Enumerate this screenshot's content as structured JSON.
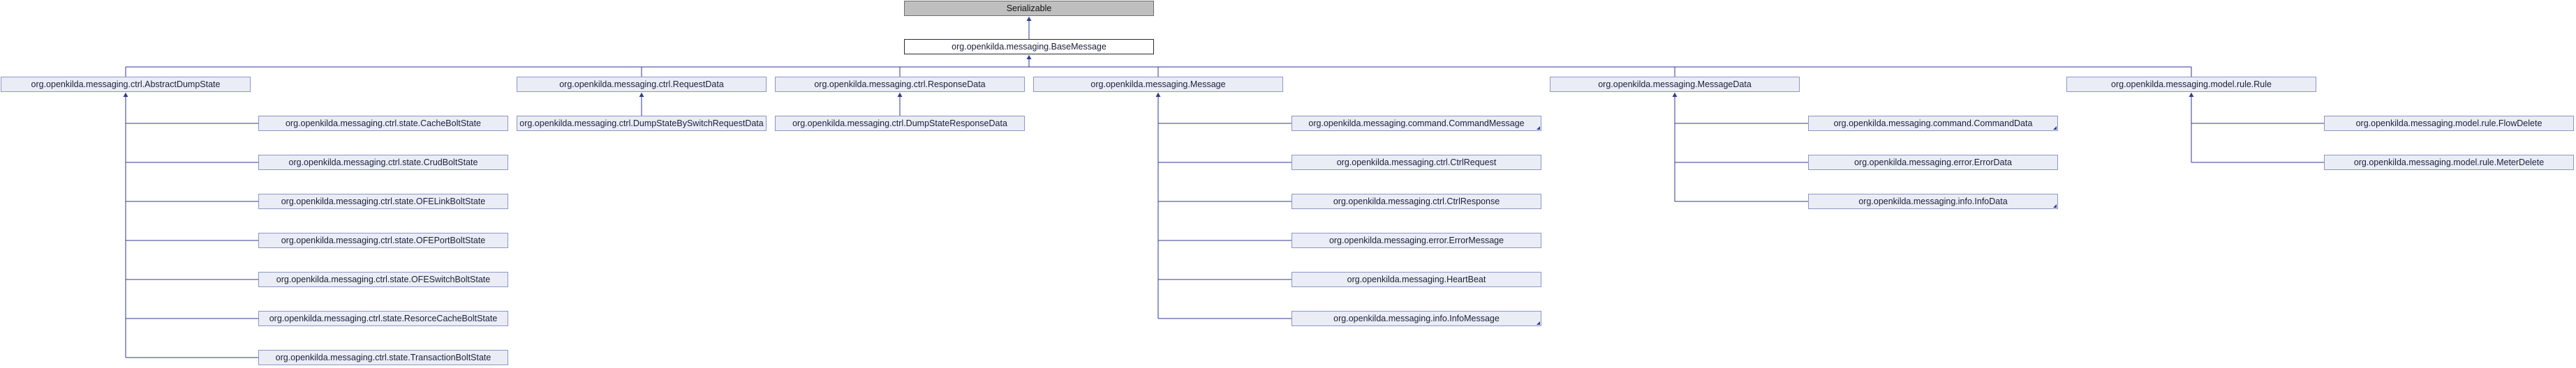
{
  "diagram": {
    "colors": {
      "edge": "#2f3a8f",
      "node_fill": "#eaedf6",
      "node_border": "#8d96c6",
      "root_fill": "#bfbfbf"
    },
    "nodes": {
      "serializable": {
        "label": "Serializable"
      },
      "base_message": {
        "label": "org.openkilda.messaging.BaseMessage"
      },
      "abstract_dump_state": {
        "label": "org.openkilda.messaging.ctrl.AbstractDumpState"
      },
      "request_data": {
        "label": "org.openkilda.messaging.ctrl.RequestData"
      },
      "response_data": {
        "label": "org.openkilda.messaging.ctrl.ResponseData"
      },
      "message": {
        "label": "org.openkilda.messaging.Message"
      },
      "message_data": {
        "label": "org.openkilda.messaging.MessageData"
      },
      "rule": {
        "label": "org.openkilda.messaging.model.rule.Rule"
      },
      "cache_bolt_state": {
        "label": "org.openkilda.messaging.ctrl.state.CacheBoltState"
      },
      "crud_bolt_state": {
        "label": "org.openkilda.messaging.ctrl.state.CrudBoltState"
      },
      "ofe_link_bolt_state": {
        "label": "org.openkilda.messaging.ctrl.state.OFELinkBoltState"
      },
      "ofe_port_bolt_state": {
        "label": "org.openkilda.messaging.ctrl.state.OFEPortBoltState"
      },
      "ofe_switch_bolt_state": {
        "label": "org.openkilda.messaging.ctrl.state.OFESwitchBoltState"
      },
      "resorce_cache_bolt_state": {
        "label": "org.openkilda.messaging.ctrl.state.ResorceCacheBoltState"
      },
      "transaction_bolt_state": {
        "label": "org.openkilda.messaging.ctrl.state.TransactionBoltState"
      },
      "dump_state_by_switch_request_data": {
        "label": "org.openkilda.messaging.ctrl.DumpStateBySwitchRequestData"
      },
      "dump_state_response_data": {
        "label": "org.openkilda.messaging.ctrl.DumpStateResponseData"
      },
      "command_message": {
        "label": "org.openkilda.messaging.command.CommandMessage"
      },
      "ctrl_request": {
        "label": "org.openkilda.messaging.ctrl.CtrlRequest"
      },
      "ctrl_response": {
        "label": "org.openkilda.messaging.ctrl.CtrlResponse"
      },
      "error_message": {
        "label": "org.openkilda.messaging.error.ErrorMessage"
      },
      "heart_beat": {
        "label": "org.openkilda.messaging.HeartBeat"
      },
      "info_message": {
        "label": "org.openkilda.messaging.info.InfoMessage"
      },
      "command_data": {
        "label": "org.openkilda.messaging.command.CommandData"
      },
      "error_data": {
        "label": "org.openkilda.messaging.error.ErrorData"
      },
      "info_data": {
        "label": "org.openkilda.messaging.info.InfoData"
      },
      "flow_delete": {
        "label": "org.openkilda.messaging.model.rule.FlowDelete"
      },
      "meter_delete": {
        "label": "org.openkilda.messaging.model.rule.MeterDelete"
      }
    }
  }
}
